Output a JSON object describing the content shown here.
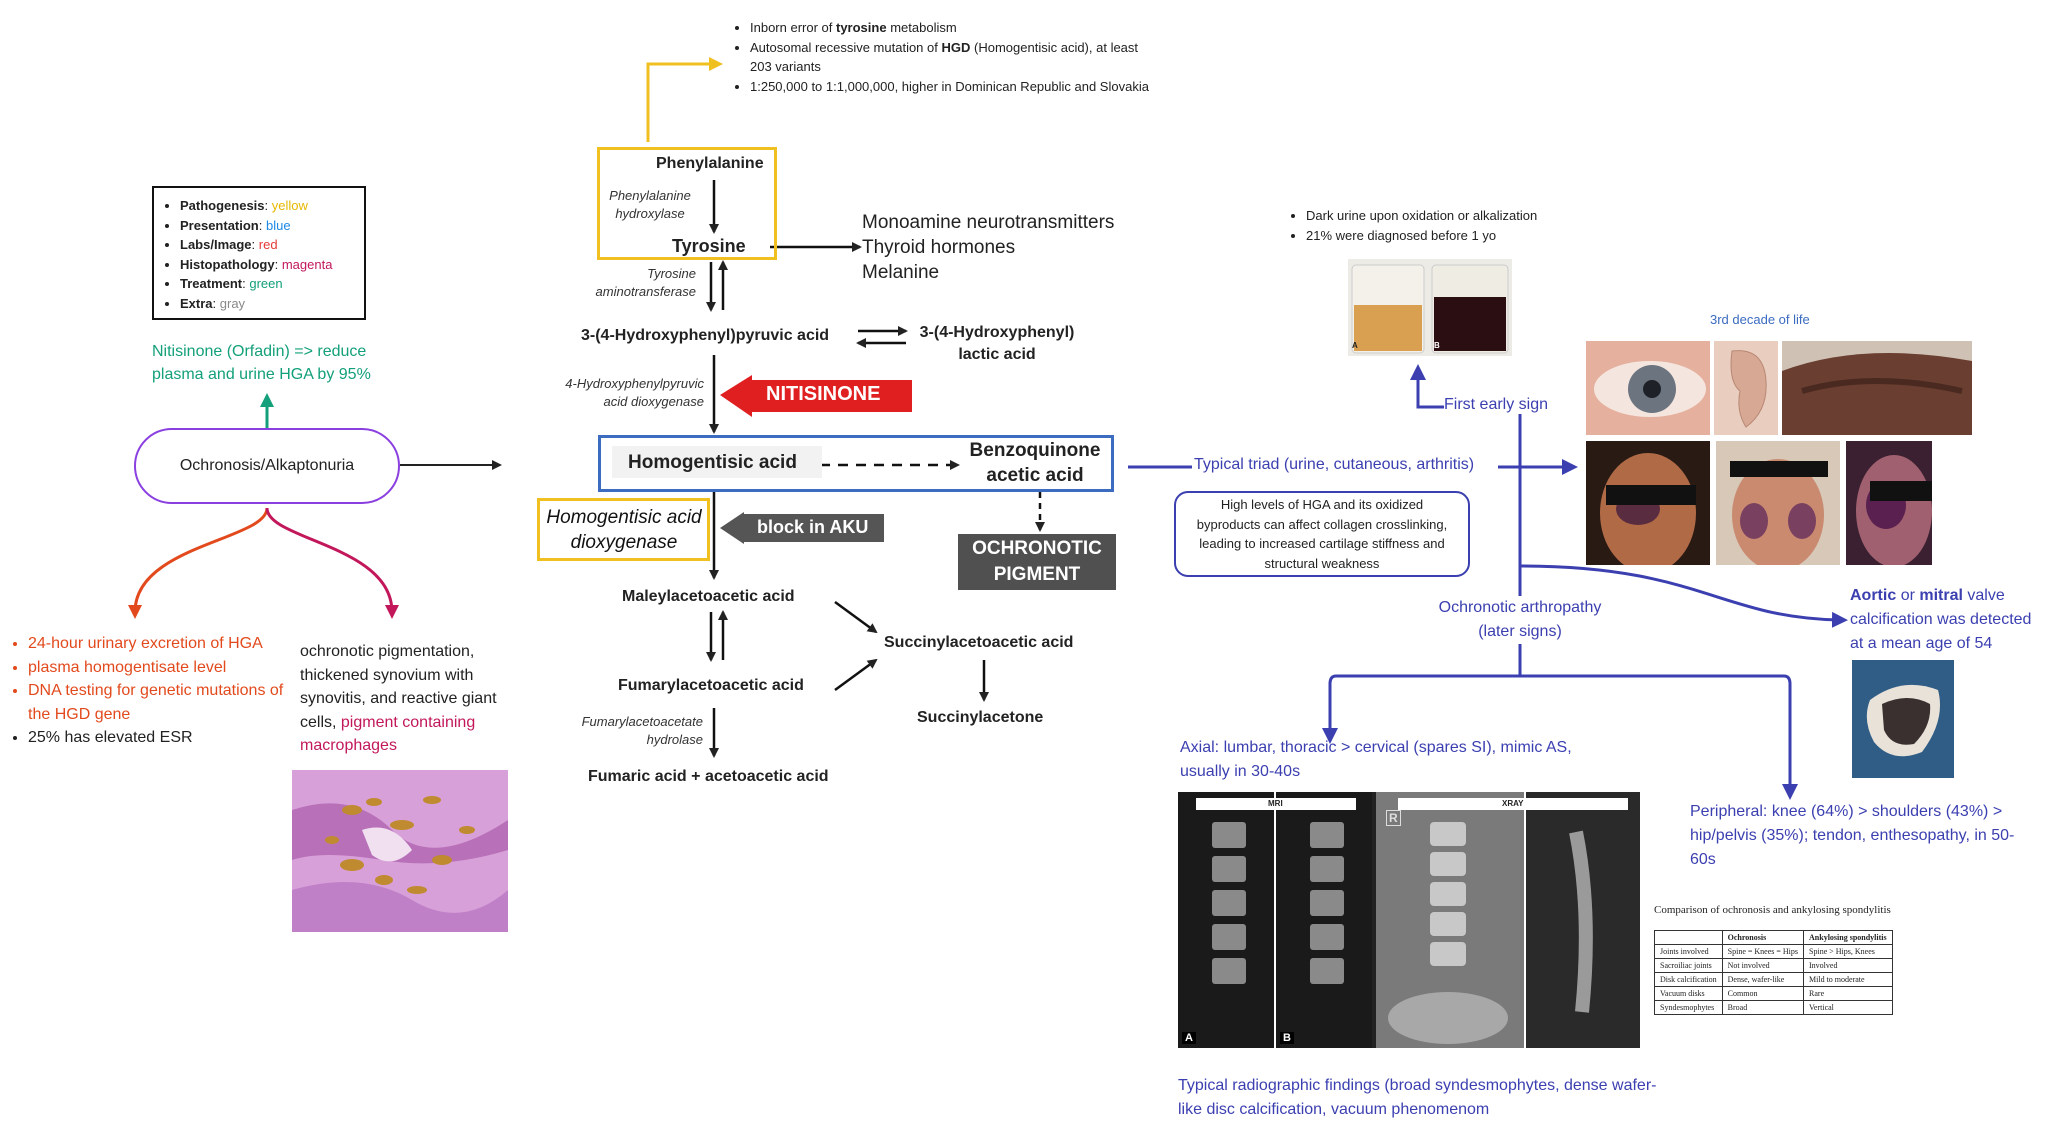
{
  "legend": {
    "items": [
      {
        "label": "Pathogenesis",
        "value": "yellow"
      },
      {
        "label": "Presentation",
        "value": "blue"
      },
      {
        "label": "Labs/Image",
        "value": "red"
      },
      {
        "label": "Histopathology",
        "value": "magenta"
      },
      {
        "label": "Treatment",
        "value": "green"
      },
      {
        "label": "Extra",
        "value": "gray"
      }
    ]
  },
  "colors": {
    "yellow": "#e6b800",
    "blue": "#1e88e5",
    "red": "#e53935",
    "magenta": "#c2185b",
    "green": "#13a07a",
    "gray": "#888888",
    "purple": "#3b3fb0",
    "orange": "#e24a1d"
  },
  "root": {
    "label": "Ochronosis/Alkaptonuria"
  },
  "treatment": {
    "text": "Nitisinone (Orfadin) => reduce plasma and urine HGA by 95%"
  },
  "labs": {
    "items": [
      "24-hour urinary excretion of HGA",
      "plasma homogentisate level",
      "DNA testing for genetic mutations of the HGD gene"
    ],
    "extra": "25% has elevated ESR"
  },
  "histo": {
    "prefix": "ochronotic pigmentation, thickened synovium with synovitis, and reactive giant cells,",
    "highlight": "pigment containing macrophages"
  },
  "pathogenesis": {
    "b1_pre": "Inborn error of",
    "b1_bold": "tyrosine",
    "b1_post": "metabolism",
    "b2_pre": "Autosomal recessive mutation of",
    "b2_bold": "HGD",
    "b2_post": "(Homogentisic acid), at least 203 variants",
    "b3": "1:250,000 to 1:1,000,000, higher in Dominican Republic and Slovakia"
  },
  "pathway": {
    "phenylalanine": "Phenylalanine",
    "pah": "Phenylalanine hydroxylase",
    "tyrosine": "Tyrosine",
    "products": [
      "Monoamine neurotransmitters",
      "Thyroid hormones",
      "Melanine"
    ],
    "tat": "Tyrosine aminotransferase",
    "hppa": "3-(4-Hydroxyphenyl)pyruvic acid",
    "hpla": "3-(4-Hydroxyphenyl) lactic acid",
    "hppd": "4-Hydroxyphenylpyruvic acid dioxygenase",
    "nitisinone": "NITISINONE",
    "hga": "Homogentisic acid",
    "bqa": "Benzoquinone acetic acid",
    "hgd": "Homogentisic acid dioxygenase",
    "block": "block in AKU",
    "pigment": "OCHRONOTIC PIGMENT",
    "maa": "Maleylacetoacetic acid",
    "saa": "Succinylacetoacetic acid",
    "faa": "Fumarylacetoacetic acid",
    "sa": "Succinylacetone",
    "fah": "Fumarylacetoacetate hydrolase",
    "final": "Fumaric acid + acetoacetic acid"
  },
  "urine": {
    "b1": "Dark urine upon oxidation or alkalization",
    "b2": "21% were diagnosed before 1 yo",
    "label_a": "A",
    "label_b": "B"
  },
  "first_sign": "First early sign",
  "triad": "Typical triad (urine, cutaneous, arthritis)",
  "mechanism": "High levels of HGA and its oxidized byproducts can affect collagen crosslinking, leading to increased cartilage stiffness and structural weakness",
  "third_decade": "3rd decade of life",
  "arthropathy": "Ochronotic arthropathy (later signs)",
  "valve": {
    "aortic": "Aortic",
    "or": "or",
    "mitral": "mitral",
    "rest": "valve calcification was detected at a mean age of 54"
  },
  "axial": "Axial: lumbar, thoracic > cervical (spares SI), mimic AS, usually in 30-40s",
  "mri_label": "MRI",
  "xray_label": "XRAY",
  "img_a": "A",
  "img_b": "B",
  "img_r": "R",
  "peripheral": "Peripheral: knee (64%) > shoulders (43%) > hip/pelvis (35%); tendon, enthesopathy, in 50-60s",
  "radiographic": "Typical radiographic findings (broad syndesmophytes, dense wafer-like disc calcification, vacuum phenomenom",
  "comparison": {
    "title": "Comparison of ochronosis and ankylosing spondylitis",
    "headers": [
      "",
      "Ochronosis",
      "Ankylosing spondylitis"
    ],
    "rows": [
      [
        "Joints involved",
        "Spine = Knees = Hips",
        "Spine > Hips, Knees"
      ],
      [
        "Sacroiliac joints",
        "Not involved",
        "Involved"
      ],
      [
        "Disk calcification",
        "Dense, wafer-like",
        "Mild to moderate"
      ],
      [
        "Vacuum disks",
        "Common",
        "Rare"
      ],
      [
        "Syndesmophytes",
        "Broad",
        "Vertical"
      ]
    ]
  }
}
